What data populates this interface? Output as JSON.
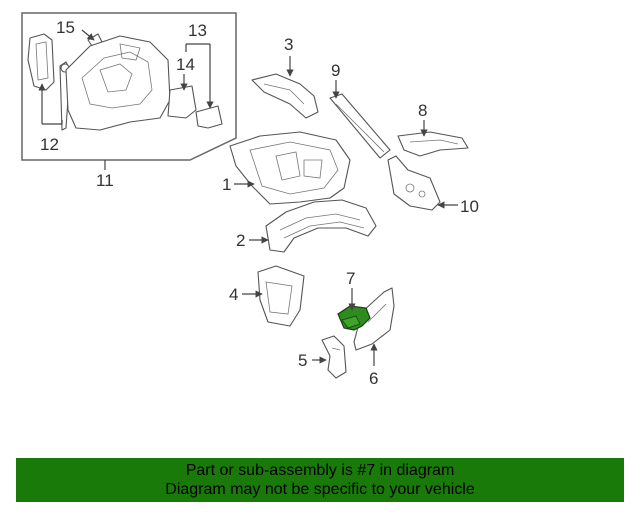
{
  "callouts": {
    "c1": "1",
    "c2": "2",
    "c3": "3",
    "c4": "4",
    "c5": "5",
    "c6": "6",
    "c7": "7",
    "c8": "8",
    "c9": "9",
    "c10": "10",
    "c11": "11",
    "c12": "12",
    "c13": "13",
    "c14": "14",
    "c15": "15"
  },
  "highlight_color": "#2e8b1e",
  "banner": {
    "line1": "Part or sub-assembly is #7 in diagram",
    "line2": "Diagram may not be specific to your vehicle",
    "color": "#197a0a"
  }
}
